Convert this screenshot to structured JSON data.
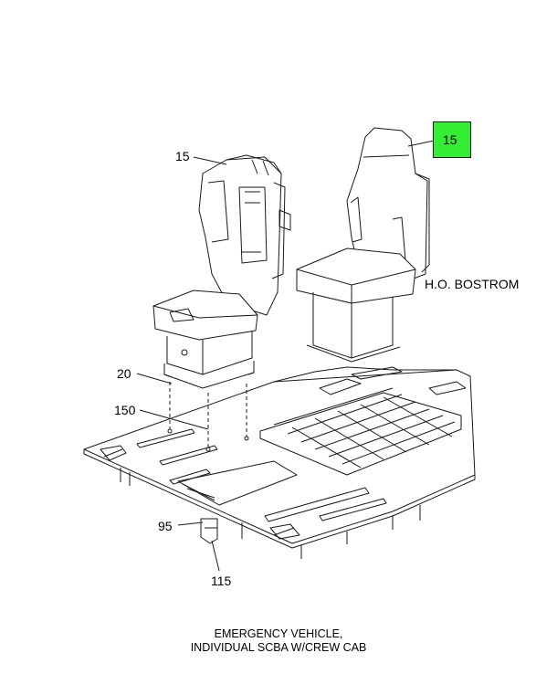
{
  "labels": {
    "seat_left": "15",
    "seat_right": "15",
    "brand": "H.O. BOSTROM",
    "riser": "20",
    "bolt": "150",
    "bracket": "95",
    "bracket_foot": "115"
  },
  "caption": {
    "line1": "EMERGENCY VEHICLE,",
    "line2": "INDIVIDUAL SCBA W/CREW CAB"
  },
  "colors": {
    "highlight": "#33ee33",
    "line": "#1a1a1a"
  }
}
